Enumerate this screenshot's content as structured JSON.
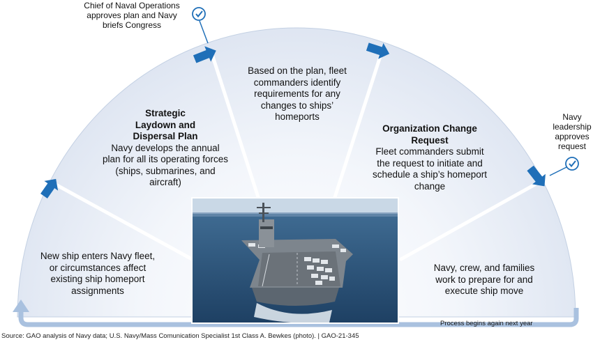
{
  "callouts": {
    "cno": "Chief of Naval Operations approves plan and Navy briefs Congress",
    "navy_leadership": "Navy leadership approves request"
  },
  "segments": {
    "new_ship": "New ship enters Navy fleet, or circumstances affect existing ship homeport assignments",
    "strategic_title": "Strategic Laydown and Dispersal Plan",
    "strategic_body": "Navy develops the annual plan for all its operating forces (ships, submarines, and aircraft)",
    "fleet_requirements": "Based on the plan, fleet commanders identify requirements for any changes to ships’ homeports",
    "org_change_title": "Organization Change Request",
    "org_change_body": "Fleet commanders submit the request to initiate and schedule a ship’s homeport change",
    "execute_move": "Navy, crew, and families work to prepare for and execute ship move"
  },
  "cycle_note": "Process begins again next year",
  "source": "Source: GAO analysis of Navy data; U.S. Navy/Mass Comunication Specialist 1st Class A. Bewkes (photo).  |  GAO-21-345",
  "colors": {
    "arrow_blue": "#1f6fb8",
    "semicircle_light": "#e4eaf4",
    "semicircle_edge": "#9fb2cf",
    "return_arrow": "#a9c1df"
  },
  "icons": [
    "check-circle-icon",
    "chevron-arrow-icon",
    "return-arrow-icon",
    "aircraft-carrier-photo"
  ]
}
